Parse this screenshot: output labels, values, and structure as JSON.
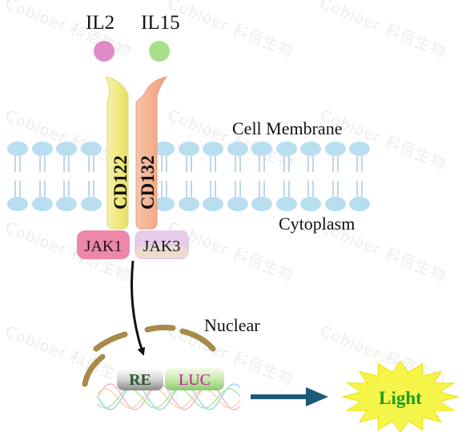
{
  "ligands": {
    "il2": "IL2",
    "il15": "IL15"
  },
  "receptors": {
    "cd122": "CD122",
    "cd132": "CD132"
  },
  "kinases": {
    "jak1": "JAK1",
    "jak3": "JAK3"
  },
  "regions": {
    "membrane": "Cell Membrane",
    "cytoplasm": "Cytoplasm",
    "nucleus": "Nuclear"
  },
  "reporter": {
    "re": "RE",
    "luc": "LUC"
  },
  "output": "Light",
  "watermark": "Cobioer 科佰生物",
  "colors": {
    "il2": "#e08ac8",
    "il15": "#a8e08a",
    "cd122": "#f2ec92",
    "cd132": "#f4b692",
    "jak1": "#ee88a8",
    "jak3": "#e0c0e8",
    "lipid": "#b9def0",
    "nuclear_envelope": "#a88a4a",
    "arrow": "#1d5a78",
    "light_fill": "#f5f54a",
    "light_text": "#1e9c1e",
    "re_text": "#2a5a2a",
    "luc_text": "#c0189c"
  }
}
